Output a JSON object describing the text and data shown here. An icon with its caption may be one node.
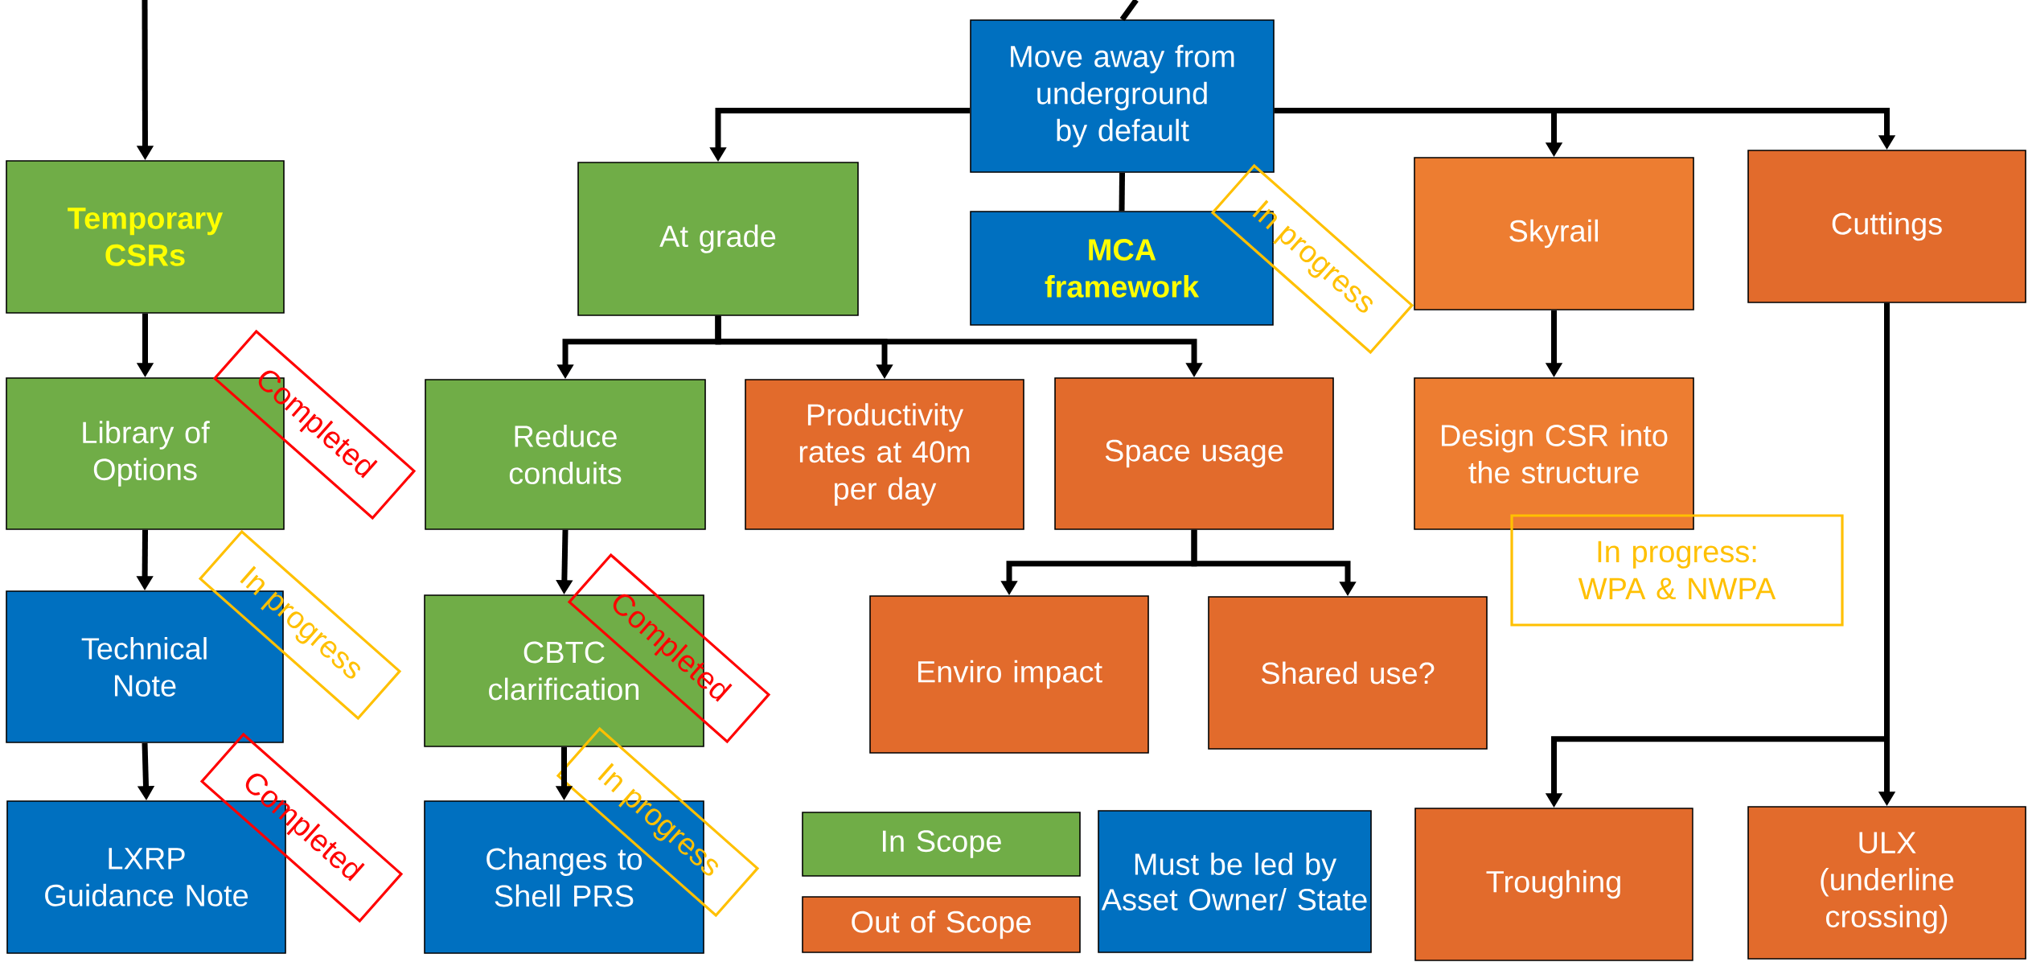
{
  "diagram": {
    "nodes": [
      {
        "text": [
          "Temporary CSRs"
        ]
      },
      {
        "text": [
          "Move away from underground by default"
        ]
      },
      {
        "text": [
          "At grade"
        ]
      },
      {
        "text": [
          "MCA framework"
        ]
      },
      {
        "text": [
          "In progress"
        ]
      },
      {
        "text": [
          "Skyrail"
        ]
      },
      {
        "text": [
          "Cuttings"
        ]
      },
      {
        "text": [
          "Library of Options"
        ]
      },
      {
        "text": [
          "Completed"
        ]
      },
      {
        "text": [
          "Reduce conduits"
        ]
      },
      {
        "text": [
          "Productivity rates at 40m per day"
        ]
      },
      {
        "text": [
          "Space usage"
        ]
      },
      {
        "text": [
          "Design CSR into the structure"
        ]
      },
      {
        "text": [
          "In progress: WPA & NWPA"
        ]
      },
      {
        "text": [
          "Technical Note"
        ]
      },
      {
        "text": [
          "In progress"
        ]
      },
      {
        "text": [
          "CBTC clarification"
        ]
      },
      {
        "text": [
          "Completed"
        ]
      },
      {
        "text": [
          "Enviro impact"
        ]
      },
      {
        "text": [
          "Shared use?"
        ]
      },
      {
        "text": [
          "LXRP Guidance Note"
        ]
      },
      {
        "text": [
          "Completed"
        ]
      },
      {
        "text": [
          "Changes to Shell PRS"
        ]
      },
      {
        "text": [
          "In progress"
        ]
      },
      {
        "text": [
          "Troughing"
        ]
      },
      {
        "text": [
          "ULX (underline crossing)"
        ]
      }
    ],
    "edges": [
      {
        "from": null,
        "to": 0,
        "arrow": "to"
      },
      {
        "from": null,
        "to": 1,
        "arrow": "none"
      },
      {
        "from": 1,
        "to": 2,
        "arrow": "to"
      },
      {
        "from": 1,
        "to": 3,
        "arrow": "none"
      },
      {
        "from": 1,
        "to": 5,
        "arrow": "to"
      },
      {
        "from": 1,
        "to": 6,
        "arrow": "to"
      },
      {
        "from": 0,
        "to": 7,
        "arrow": "to"
      },
      {
        "from": 2,
        "to": 9,
        "arrow": "to"
      },
      {
        "from": 2,
        "to": 10,
        "arrow": "to"
      },
      {
        "from": 2,
        "to": 11,
        "arrow": "to"
      },
      {
        "from": 5,
        "to": 12,
        "arrow": "to"
      },
      {
        "from": 7,
        "to": 14,
        "arrow": "to"
      },
      {
        "from": 9,
        "to": 16,
        "arrow": "to"
      },
      {
        "from": 11,
        "to": 18,
        "arrow": "to"
      },
      {
        "from": 11,
        "to": 19,
        "arrow": "to"
      },
      {
        "from": 14,
        "to": 20,
        "arrow": "to"
      },
      {
        "from": 16,
        "to": 22,
        "arrow": "to"
      },
      {
        "from": 6,
        "to": 24,
        "arrow": "to"
      },
      {
        "from": 6,
        "to": 25,
        "arrow": "to"
      }
    ],
    "legend": [
      {
        "text": "In Scope",
        "color": "#70ad47"
      },
      {
        "text": "Out of Scope",
        "color": "#e26b2c"
      },
      {
        "text": "Must be led by Asset Owner/ State",
        "color": "#0070c0"
      }
    ]
  }
}
